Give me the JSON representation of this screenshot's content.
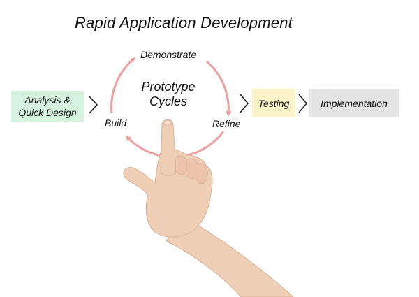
{
  "diagram": {
    "title": "Rapid Application Development",
    "center_label": "Prototype\nCycles",
    "cycle_labels": {
      "top": "Demonstrate",
      "right": "Refine",
      "left": "Build"
    },
    "stages": [
      {
        "label": "Analysis &\nQuick Design",
        "color": "#d5f3df"
      },
      {
        "label": "Testing",
        "color": "#faf4c8"
      },
      {
        "label": "Implementation",
        "color": "#e4e4e4"
      }
    ],
    "arrow_color": "#ee9e9e",
    "chevron_color": "#222222"
  },
  "photo": {
    "subject": "hand-pointing-icon",
    "skin_color": "#f0cfb7"
  }
}
